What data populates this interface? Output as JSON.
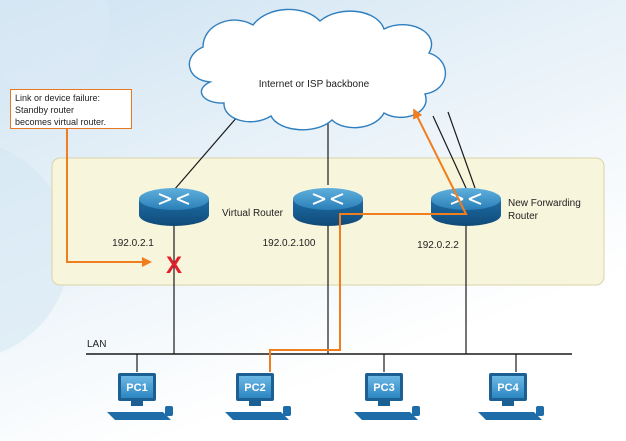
{
  "cloud": {
    "label": "Internet or ISP backbone"
  },
  "callout": {
    "lines": [
      "Link or device failure:",
      "Standby router",
      "becomes virtual router."
    ]
  },
  "routers": [
    {
      "id": "router-1",
      "ip": "192.0.2.1",
      "name": ""
    },
    {
      "id": "virtual-router",
      "ip": "192.0.2.100",
      "name": "Virtual Router"
    },
    {
      "id": "router-2",
      "ip": "192.0.2.2",
      "name_line1": "New Forwarding",
      "name_line2": "Router"
    }
  ],
  "lan": {
    "label": "LAN"
  },
  "pcs": [
    "PC1",
    "PC2",
    "PC3",
    "PC4"
  ],
  "failure_marker": "X",
  "colors": {
    "path": "#f07d1e",
    "router_zone": "#f7f5dc",
    "failure": "#e0202a",
    "router_body": "#1d6fa3",
    "pc_screen": "#3c97d0"
  }
}
